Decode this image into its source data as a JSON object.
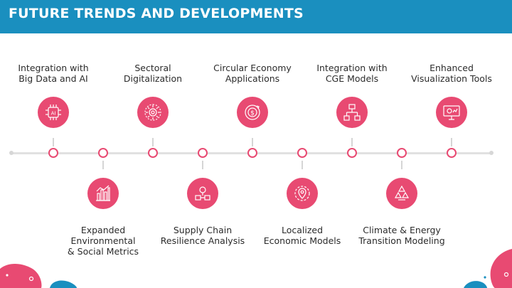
{
  "title": "FUTURE TRENDS AND DEVELOPMENTS",
  "colors": {
    "header": "#1a8fbf",
    "accent": "#e84a72",
    "line": "#e1e1e1"
  },
  "trends": [
    {
      "line1": "Integration with",
      "line2": "Big Data and AI",
      "icon": "ai-chip-icon"
    },
    {
      "line1": "Expanded Environmental",
      "line2": "& Social Metrics",
      "icon": "bar-chart-icon"
    },
    {
      "line1": "Sectoral",
      "line2": "Digitalization",
      "icon": "digital-gear-icon"
    },
    {
      "line1": "Supply Chain",
      "line2": "Resilience Analysis",
      "icon": "supply-chain-icon"
    },
    {
      "line1": "Circular Economy",
      "line2": "Applications",
      "icon": "circular-money-icon"
    },
    {
      "line1": "Localized",
      "line2": "Economic Models",
      "icon": "local-economy-icon"
    },
    {
      "line1": "Integration with",
      "line2": "CGE Models",
      "icon": "flowchart-icon"
    },
    {
      "line1": "Climate & Energy",
      "line2": "Transition Modeling",
      "icon": "recycle-energy-icon"
    },
    {
      "line1": "Enhanced",
      "line2": "Visualization Tools",
      "icon": "monitor-chart-icon"
    }
  ]
}
